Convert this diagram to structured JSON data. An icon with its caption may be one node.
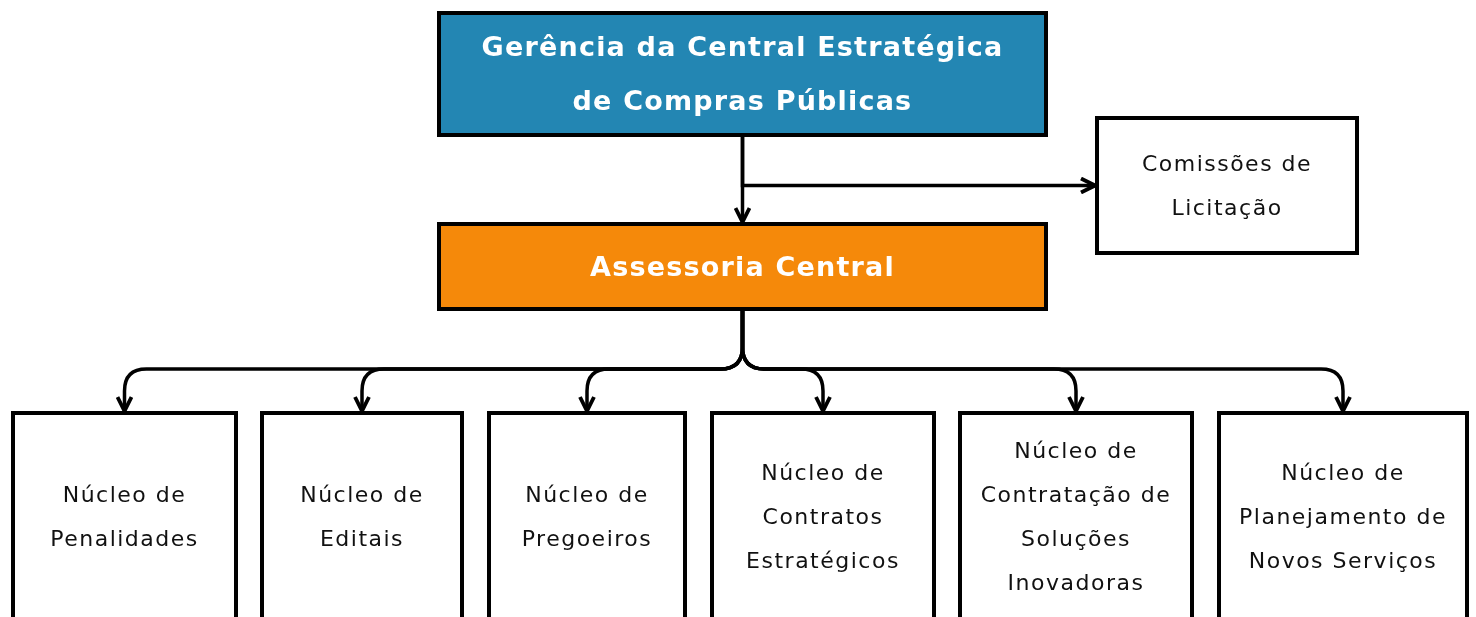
{
  "diagram": {
    "nodes": [
      {
        "text": [
          "Gerência da Central Estratégica de Compras Públicas"
        ]
      },
      {
        "text": [
          "Assessoria Central"
        ]
      },
      {
        "text": [
          "Comissões de Licitação"
        ]
      },
      {
        "text": [
          "Núcleo de Penalidades"
        ]
      },
      {
        "text": [
          "Núcleo de Editais"
        ]
      },
      {
        "text": [
          "Núcleo de Pregoeiros"
        ]
      },
      {
        "text": [
          "Núcleo de Contratos Estratégicos"
        ]
      },
      {
        "text": [
          "Núcleo de Contratação de Soluções Inovadoras"
        ]
      },
      {
        "text": [
          "Núcleo de Planejamento de Novos Serviços"
        ]
      }
    ],
    "edges": [
      {
        "from": 0,
        "to": 1,
        "arrow": "to"
      },
      {
        "from": 0,
        "to": 2,
        "arrow": "to"
      },
      {
        "from": 1,
        "to": 3,
        "arrow": "to"
      },
      {
        "from": 1,
        "to": 4,
        "arrow": "to"
      },
      {
        "from": 1,
        "to": 5,
        "arrow": "to"
      },
      {
        "from": 1,
        "to": 6,
        "arrow": "to"
      },
      {
        "from": 1,
        "to": 7,
        "arrow": "to"
      },
      {
        "from": 1,
        "to": 8,
        "arrow": "to"
      }
    ]
  }
}
